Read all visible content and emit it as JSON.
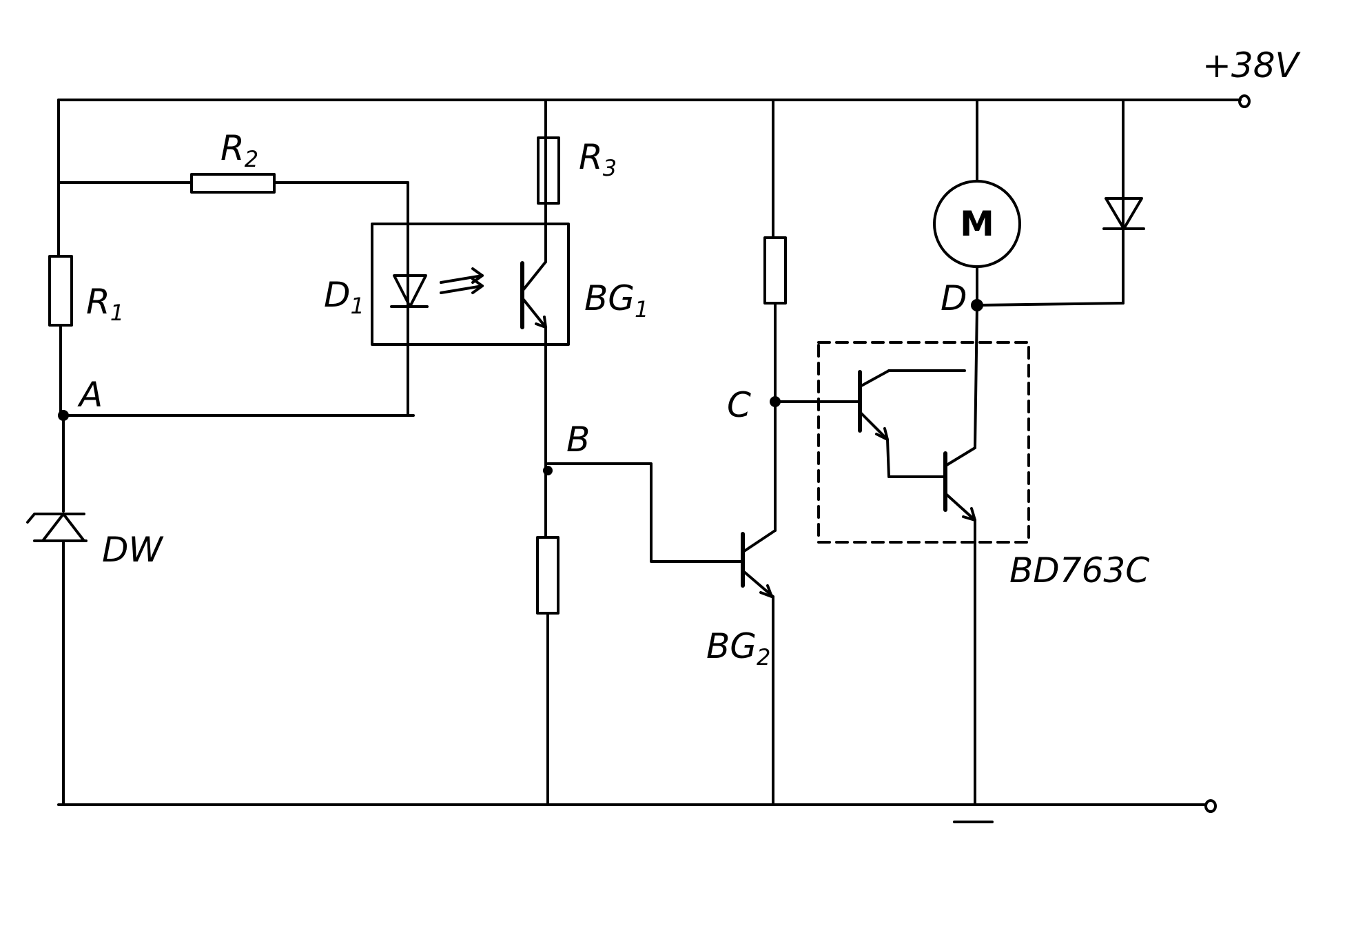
{
  "labels": {
    "supply": "+38V",
    "r1": "R",
    "r1_sub": "1",
    "r2": "R",
    "r2_sub": "2",
    "r3": "R",
    "r3_sub": "3",
    "d1": "D",
    "d1_sub": "1",
    "bg1": "BG",
    "bg1_sub": "1",
    "bg2": "BG",
    "bg2_sub": "2",
    "dw": "DW",
    "node_a": "A",
    "node_b": "B",
    "node_c": "C",
    "node_d": "D",
    "motor": "M",
    "darlington": "BD763C"
  },
  "colors": {
    "ink": "#000000",
    "paper": "#ffffff"
  }
}
